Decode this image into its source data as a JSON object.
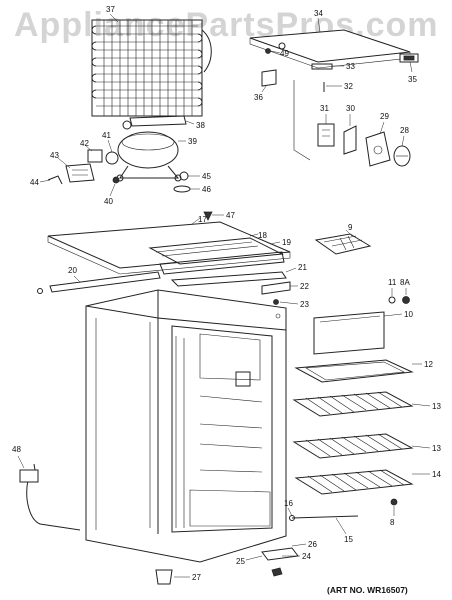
{
  "watermark": "AppliancePartsPros.com",
  "art_number": "(ART NO. WR16507)",
  "part_labels": [
    "37",
    "34",
    "49",
    "33",
    "35",
    "32",
    "36",
    "38",
    "39",
    "41",
    "42",
    "43",
    "44",
    "40",
    "45",
    "46",
    "31",
    "30",
    "29",
    "28",
    "47",
    "17",
    "9",
    "18",
    "19",
    "20",
    "21",
    "22",
    "23",
    "11",
    "8A",
    "10",
    "12",
    "13",
    "13",
    "14",
    "48",
    "16",
    "15",
    "8",
    "26",
    "24",
    "25",
    "27"
  ],
  "parts": {
    "condenser_coil": "37",
    "control_housing": "34",
    "screw_top": "49",
    "bracket": "33",
    "door_stop": "35",
    "screw_small": "32",
    "clip_36": "36",
    "base_rail": "38",
    "compressor": "39",
    "overload": "41",
    "relay": "42",
    "relay_cover": "43",
    "cord_clip": "44",
    "grommet": "40",
    "washer": "45",
    "mount_nut": "46",
    "switch": "31",
    "switch_bracket": "30",
    "thermostat": "29",
    "knob": "28",
    "screw_47": "47",
    "top_panel": "17",
    "ice_tray": "9",
    "evaporator": "18",
    "evap_trim": "19",
    "rail_strip": "20",
    "drip_tray": "21",
    "tray_clip": "22",
    "tray_screw": "23",
    "screw_11": "11",
    "plug_8a": "8A",
    "crisper_cover": "10",
    "crisper_pan": "12",
    "shelf_upper": "13",
    "shelf_middle": "13",
    "shelf_lower": "14",
    "power_cord": "48",
    "hinge_pin": "16",
    "hinge_rod": "15",
    "plug_8": "8",
    "hinge_bottom": "26",
    "hinge_screw": "24",
    "hinge_bracket": "25",
    "leveling_leg": "27"
  }
}
